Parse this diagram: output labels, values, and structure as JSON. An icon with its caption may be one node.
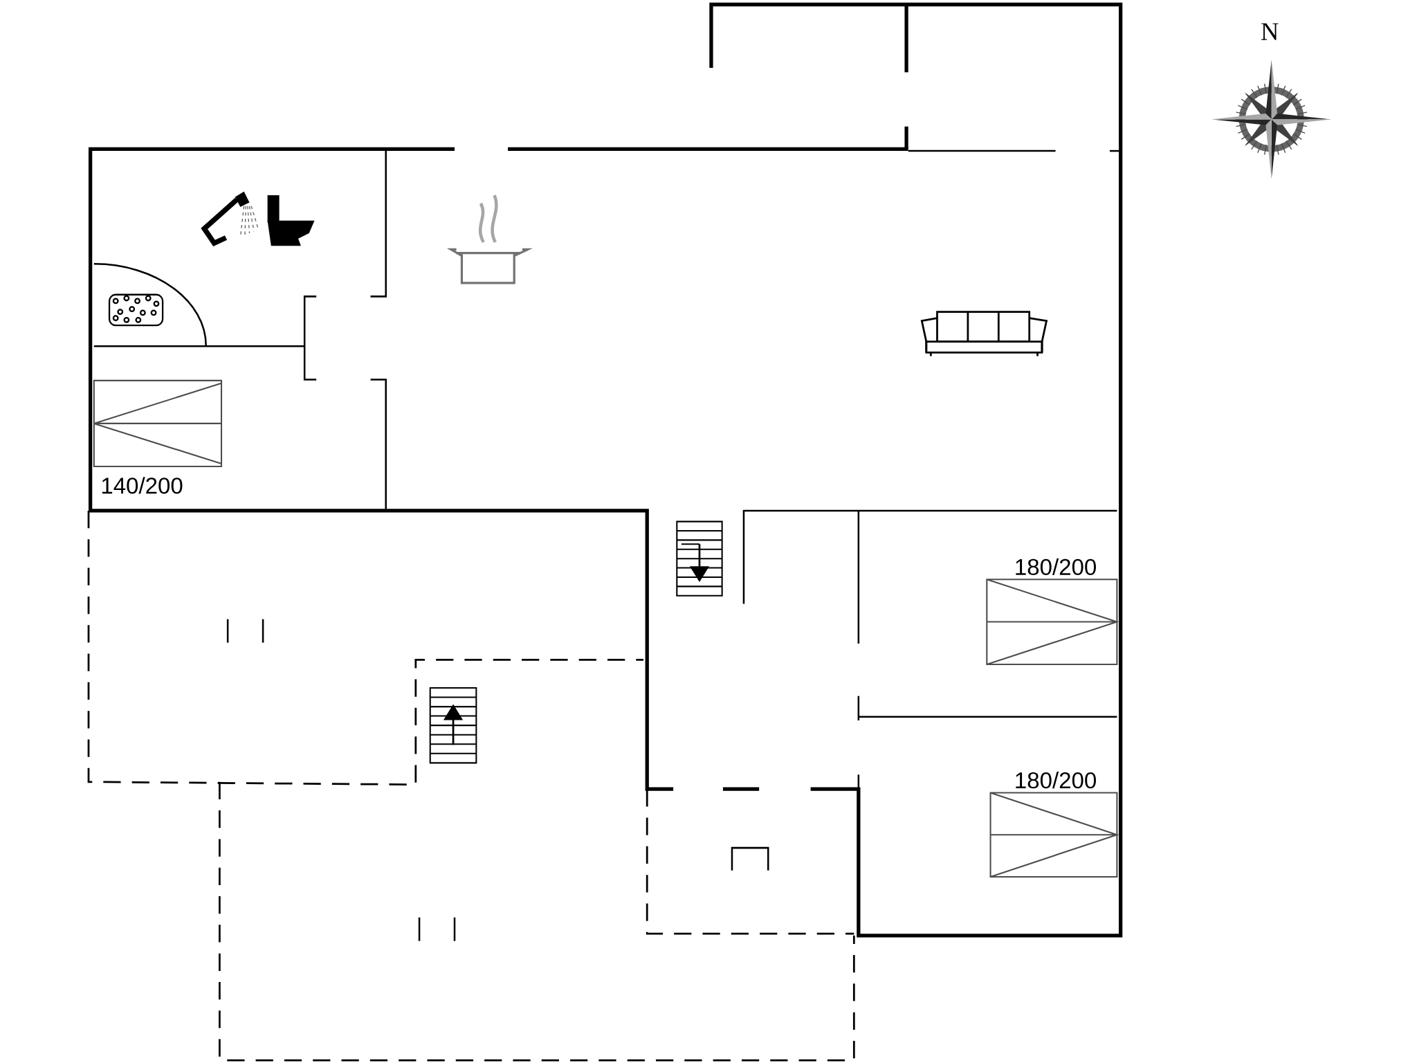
{
  "diagram": {
    "labels": [
      "N",
      "140/200",
      "180/200",
      "180/200"
    ]
  }
}
